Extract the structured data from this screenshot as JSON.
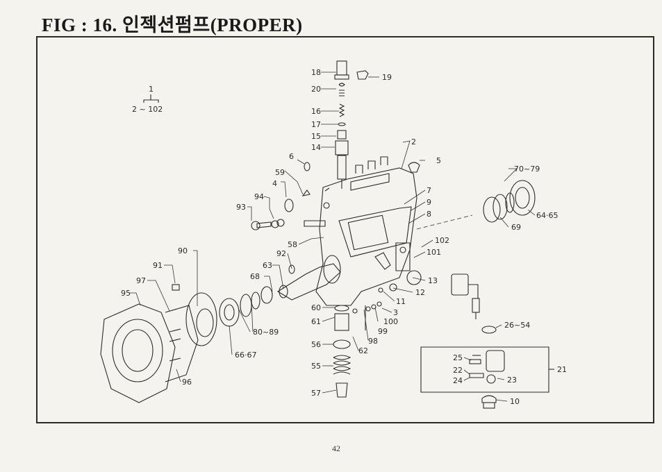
{
  "title": "FIG : 16. 인젝션펌프(PROPER)",
  "page_number": "42",
  "labels": {
    "assembly_top": "1",
    "assembly_range": "2 ~ 102",
    "p18": "18",
    "p19": "19",
    "p20": "20",
    "p16": "16",
    "p17": "17",
    "p15": "15",
    "p14": "14",
    "p2": "2",
    "p5": "5",
    "p6": "6",
    "p59": "59",
    "p4": "4",
    "p94": "94",
    "p93": "93",
    "p70_79": "70~79",
    "p64_65": "64·65",
    "p69": "69",
    "p7": "7",
    "p9": "9",
    "p8": "8",
    "p58": "58",
    "p92": "92",
    "p102": "102",
    "p101": "101",
    "p90": "90",
    "p91": "91",
    "p63": "63",
    "p97": "97",
    "p68": "68",
    "p13": "13",
    "p95": "95",
    "p12": "12",
    "p11": "11",
    "p60": "60",
    "p3": "3",
    "p100": "100",
    "p61": "61",
    "p99": "99",
    "p26_54": "26~54",
    "p80_89": "80~89",
    "p98": "98",
    "p56": "56",
    "p62": "62",
    "p66_67": "66·67",
    "p25": "25",
    "p22": "22",
    "p21": "21",
    "p24": "24",
    "p23": "23",
    "p55": "55",
    "p96": "96",
    "p57": "57",
    "p10": "10"
  }
}
